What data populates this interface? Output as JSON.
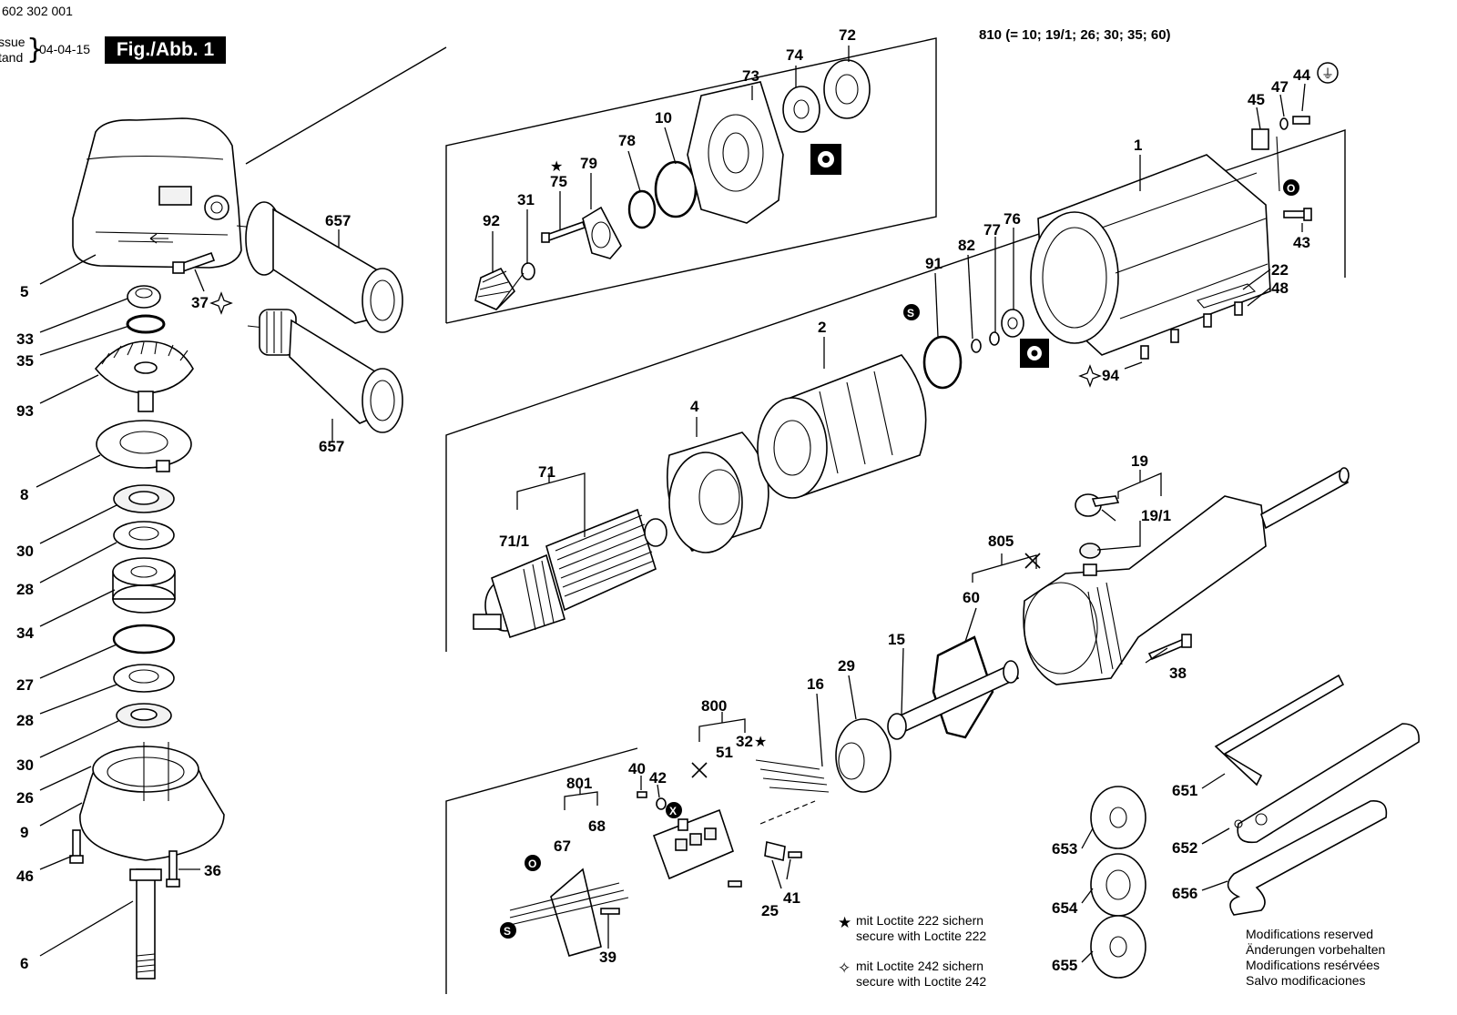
{
  "header": {
    "part_number": "602 302 001",
    "issue_label": "ssue",
    "stand_label": "tand",
    "issue_date": "04-04-15",
    "figure_label": "Fig./Abb. 1",
    "assembly_note": "810   (= 10; 19/1; 26; 30; 35; 60)"
  },
  "callouts": {
    "c1": "1",
    "c2": "2",
    "c4": "4",
    "c5": "5",
    "c6": "6",
    "c8": "8",
    "c9": "9",
    "c10": "10",
    "c15": "15",
    "c16": "16",
    "c19": "19",
    "c19_1": "19/1",
    "c22": "22",
    "c25": "25",
    "c26": "26",
    "c27": "27",
    "c28a": "28",
    "c28b": "28",
    "c29": "29",
    "c30a": "30",
    "c30b": "30",
    "c31": "31",
    "c32": "32",
    "c33": "33",
    "c34": "34",
    "c35": "35",
    "c36": "36",
    "c37": "37",
    "c38": "38",
    "c39": "39",
    "c40": "40",
    "c41": "41",
    "c42": "42",
    "c43": "43",
    "c44": "44",
    "c45": "45",
    "c46": "46",
    "c47": "47",
    "c48": "48",
    "c51": "51",
    "c60": "60",
    "c67": "67",
    "c68": "68",
    "c71": "71",
    "c71_1": "71/1",
    "c72": "72",
    "c73": "73",
    "c74": "74",
    "c75": "75",
    "c76": "76",
    "c77": "77",
    "c78": "78",
    "c79": "79",
    "c82": "82",
    "c91": "91",
    "c92": "92",
    "c93": "93",
    "c94": "94",
    "c651": "651",
    "c652": "652",
    "c653": "653",
    "c654": "654",
    "c655": "655",
    "c656": "656",
    "c657a": "657",
    "c657b": "657",
    "c800": "800",
    "c801": "801",
    "c805": "805"
  },
  "symbols": {
    "s_ground": "⏚",
    "s_o1": "O",
    "s_o2": "O",
    "s_s1": "S",
    "s_s2": "S",
    "s_x": "X"
  },
  "legend": {
    "star_icon": "★",
    "star_de": "mit Loctite 222 sichern",
    "star_en": "secure with Loctite 222",
    "diamond_icon": "✧",
    "diamond_de": "mit Loctite 242 sichern",
    "diamond_en": "secure with Loctite 242"
  },
  "modifications": [
    "Modifications reserved",
    "Änderungen vorbehalten",
    "Modifications resérvées",
    "Salvo modificaciones"
  ]
}
